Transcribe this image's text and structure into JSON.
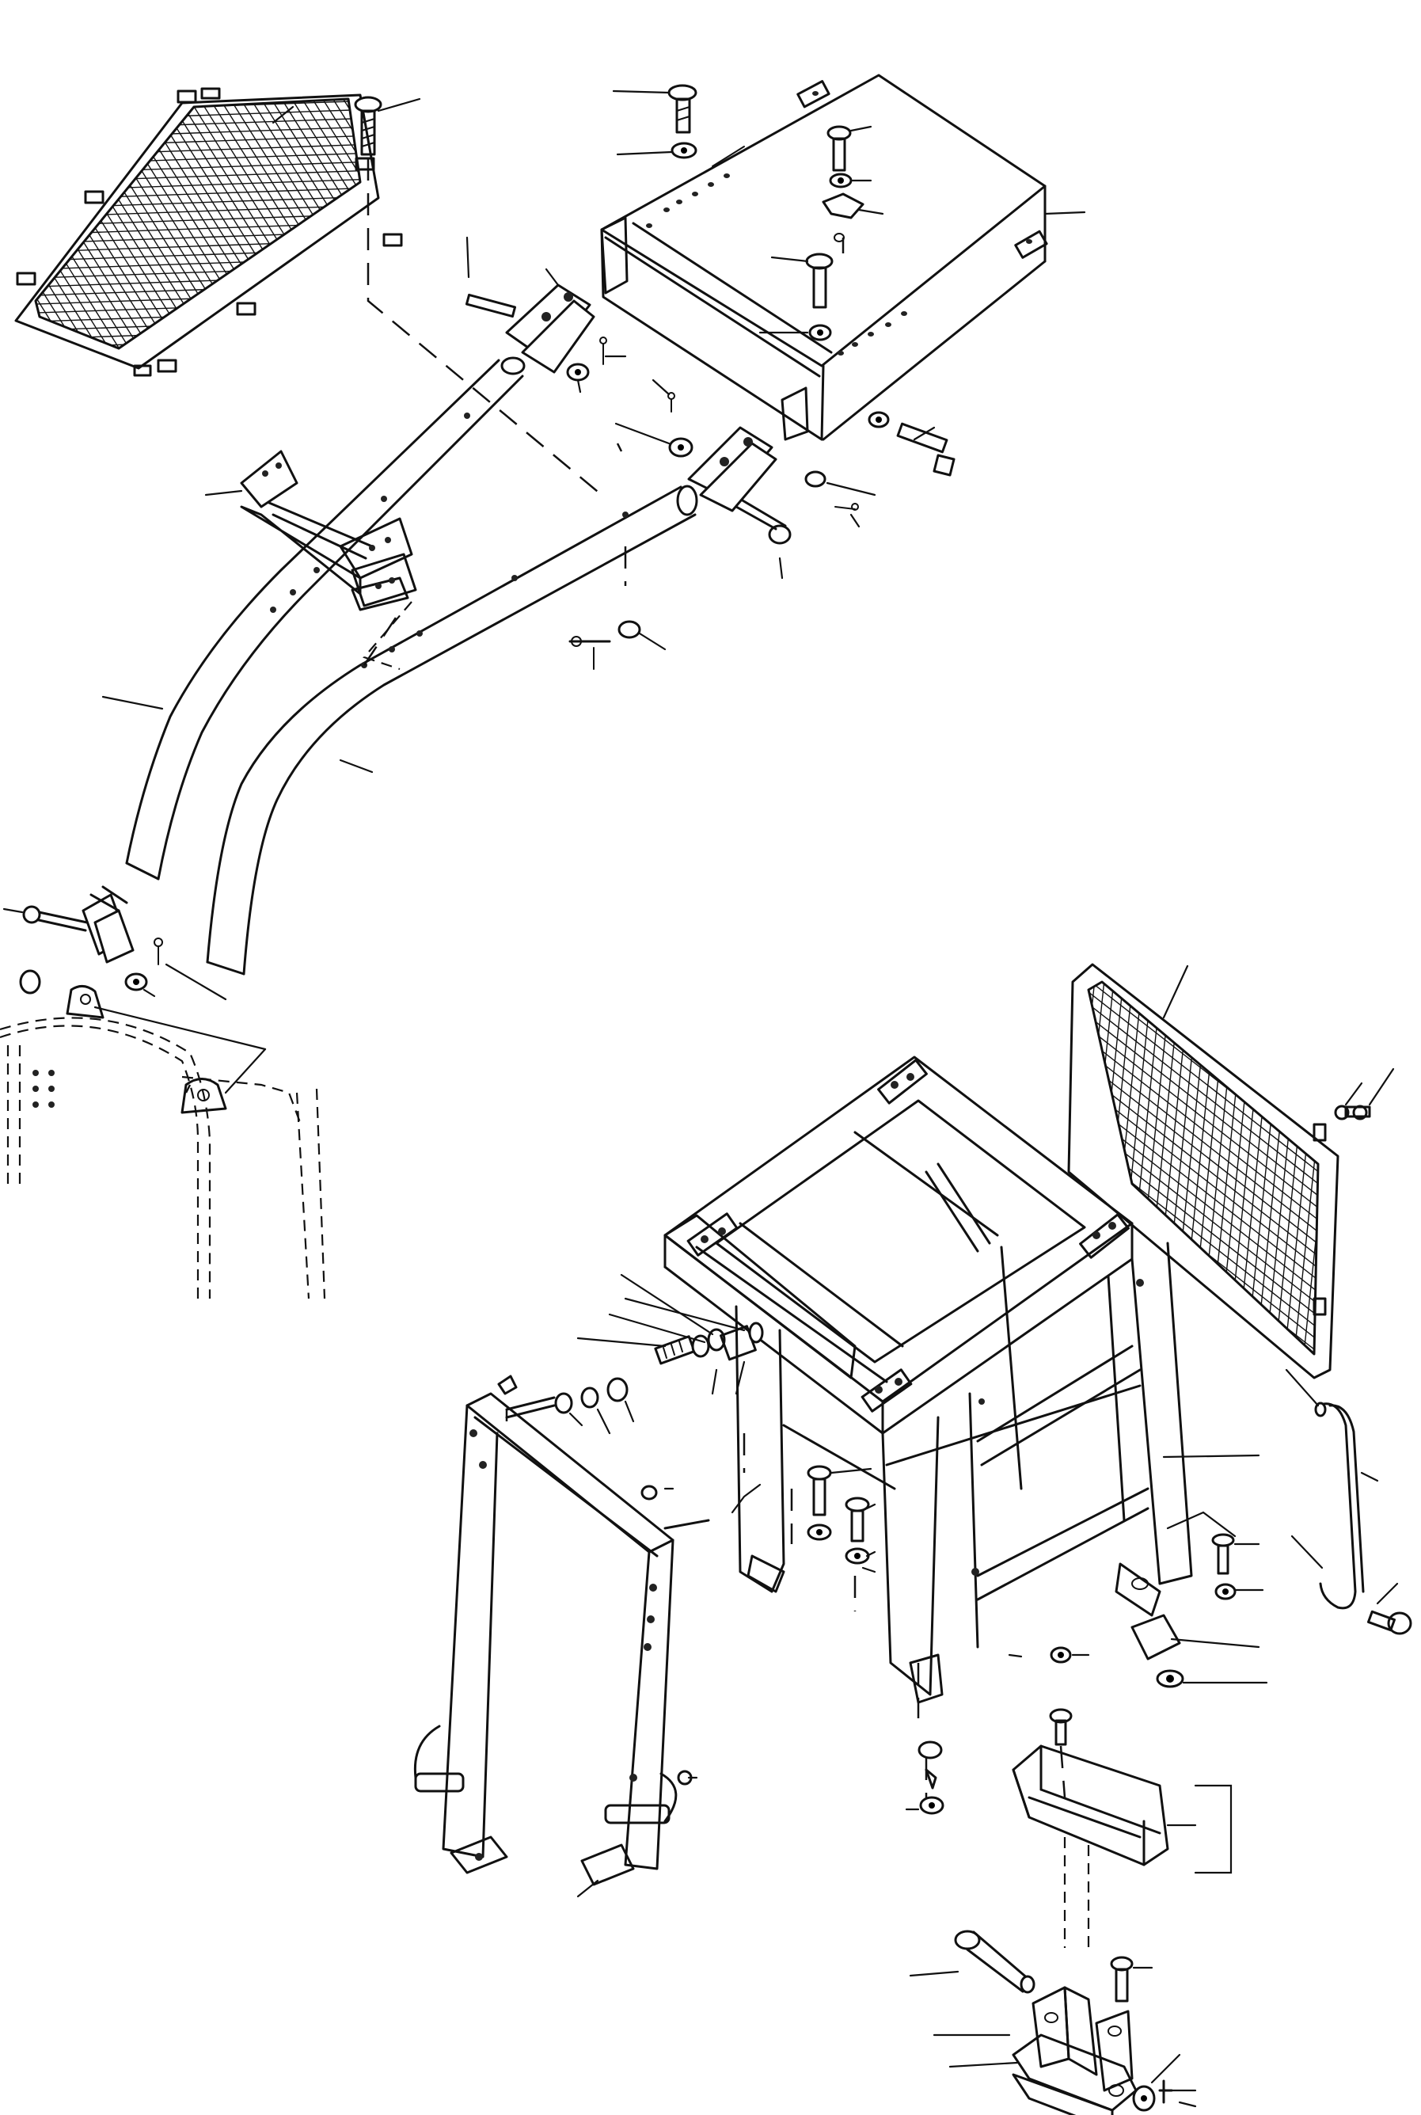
{
  "diagram": {
    "components": [
      {
        "id": "upper-floor-grating",
        "icon": "mesh-grating"
      },
      {
        "id": "upper-platform-frame",
        "icon": "box-frame"
      },
      {
        "id": "left-curved-tube",
        "icon": "tube"
      },
      {
        "id": "right-curved-tube",
        "icon": "tube"
      },
      {
        "id": "cross-bracket",
        "icon": "bracket"
      },
      {
        "id": "clevis-brackets",
        "icon": "clevis"
      },
      {
        "id": "hood-mount-lugs",
        "icon": "lug"
      },
      {
        "id": "side-grating-panel",
        "icon": "mesh-grating"
      },
      {
        "id": "main-support-frame",
        "icon": "box-frame"
      },
      {
        "id": "front-u-frame",
        "icon": "u-frame"
      },
      {
        "id": "grab-handle-rod",
        "icon": "rod"
      },
      {
        "id": "mounting-block",
        "icon": "block"
      },
      {
        "id": "base-bracket",
        "icon": "bracket"
      },
      {
        "id": "fasteners",
        "icon": "bolt"
      }
    ]
  }
}
